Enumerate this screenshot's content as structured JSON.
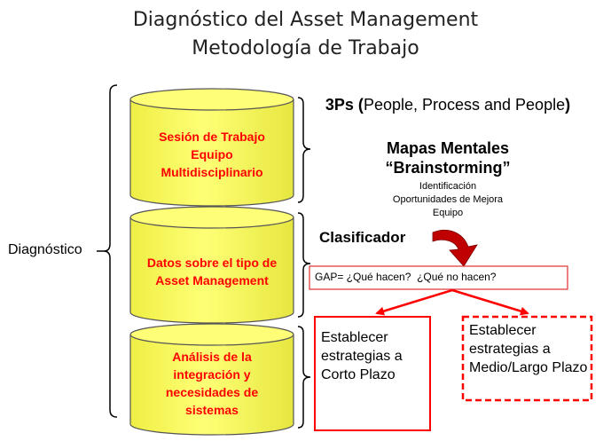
{
  "title": {
    "line1": "Diagnóstico del Asset Management",
    "line2": "Metodología de Trabajo"
  },
  "side_label": "Diagnóstico",
  "cylinders": [
    {
      "label": "Sesión de Trabajo Equipo Multidisciplinario"
    },
    {
      "label": "Datos sobre el tipo de Asset Management"
    },
    {
      "label": "Análisis de la integración y necesidades de sistemas"
    }
  ],
  "right": {
    "three_ps_bold": "3Ps (",
    "three_ps_normal": "People, Process and People",
    "three_ps_close": ")",
    "mapas": "Mapas Mentales",
    "brainstorming": "“Brainstorming”",
    "small1": "Identificación",
    "small2": "Oportunidades de Mejora",
    "small3": "Equipo"
  },
  "clasificador": "Clasificador",
  "gap": "GAP= ¿Qué hacen?  ¿Qué no hacen?",
  "outcomes": [
    {
      "label": "Establecer estrategias a Corto Plazo",
      "style": "solid"
    },
    {
      "label": "Establecer estrategias a Medio/Largo Plazo",
      "style": "dashed"
    }
  ],
  "colors": {
    "cylinder_fill": "#ffff66",
    "cylinder_stroke": "#555555",
    "accent_red": "#ff0000",
    "arrow_dark_red": "#c00000",
    "gap_border": "#e03030"
  }
}
